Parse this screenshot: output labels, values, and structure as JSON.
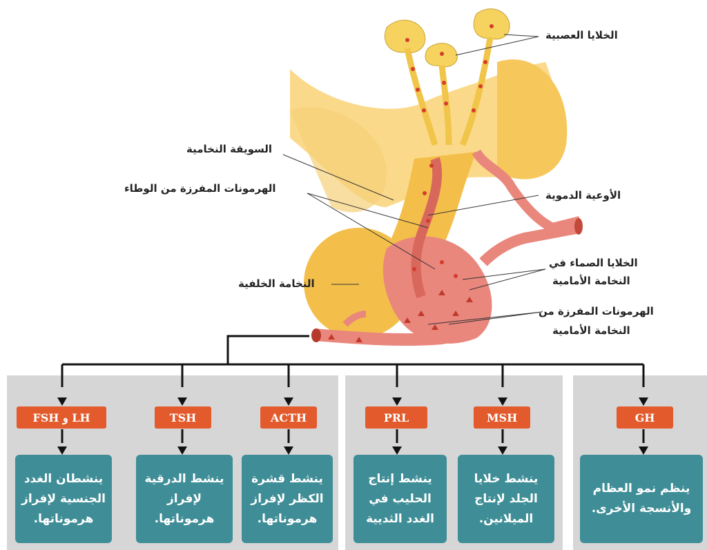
{
  "labels": {
    "neurons": "الخلايا العصبية",
    "stalk": "السويقة النخامية",
    "hypothalamic_hormones": "الهرمونات المفرزة من الوطاء",
    "blood_vessels": "الأوعية الدموية",
    "posterior_pituitary": "النخامة الخلفية",
    "endocrine_cells_line1": "الخلايا الصماء في",
    "endocrine_cells_line2": "النخامة الأمامية",
    "anterior_hormones_line1": "الهرمونات المفرزة من",
    "anterior_hormones_line2": "النخامة الأمامية"
  },
  "hormones": [
    {
      "abbr": "LH و FSH",
      "effect": "ينشطان الغدد الجنسية لإفراز هرموناتها."
    },
    {
      "abbr": "TSH",
      "effect": "ينشط الدرقية لإفراز هرموناتها."
    },
    {
      "abbr": "ACTH",
      "effect": "ينشط قشرة الكظر لإفراز هرموناتها."
    },
    {
      "abbr": "PRL",
      "effect": "ينشط إنتاج الحليب في الغدد الثديية"
    },
    {
      "abbr": "MSH",
      "effect": "ينشط خلايا الجلد لإنتاج الميلانين."
    },
    {
      "abbr": "GH",
      "effect": "ينظم نمو العظام والأنسجة الأخرى."
    }
  ],
  "colors": {
    "badge": "#e35a2c",
    "box": "#3f8e97",
    "panel": "#d6d6d6",
    "gland": "#f3bf4a",
    "vessel": "#e9877d"
  }
}
